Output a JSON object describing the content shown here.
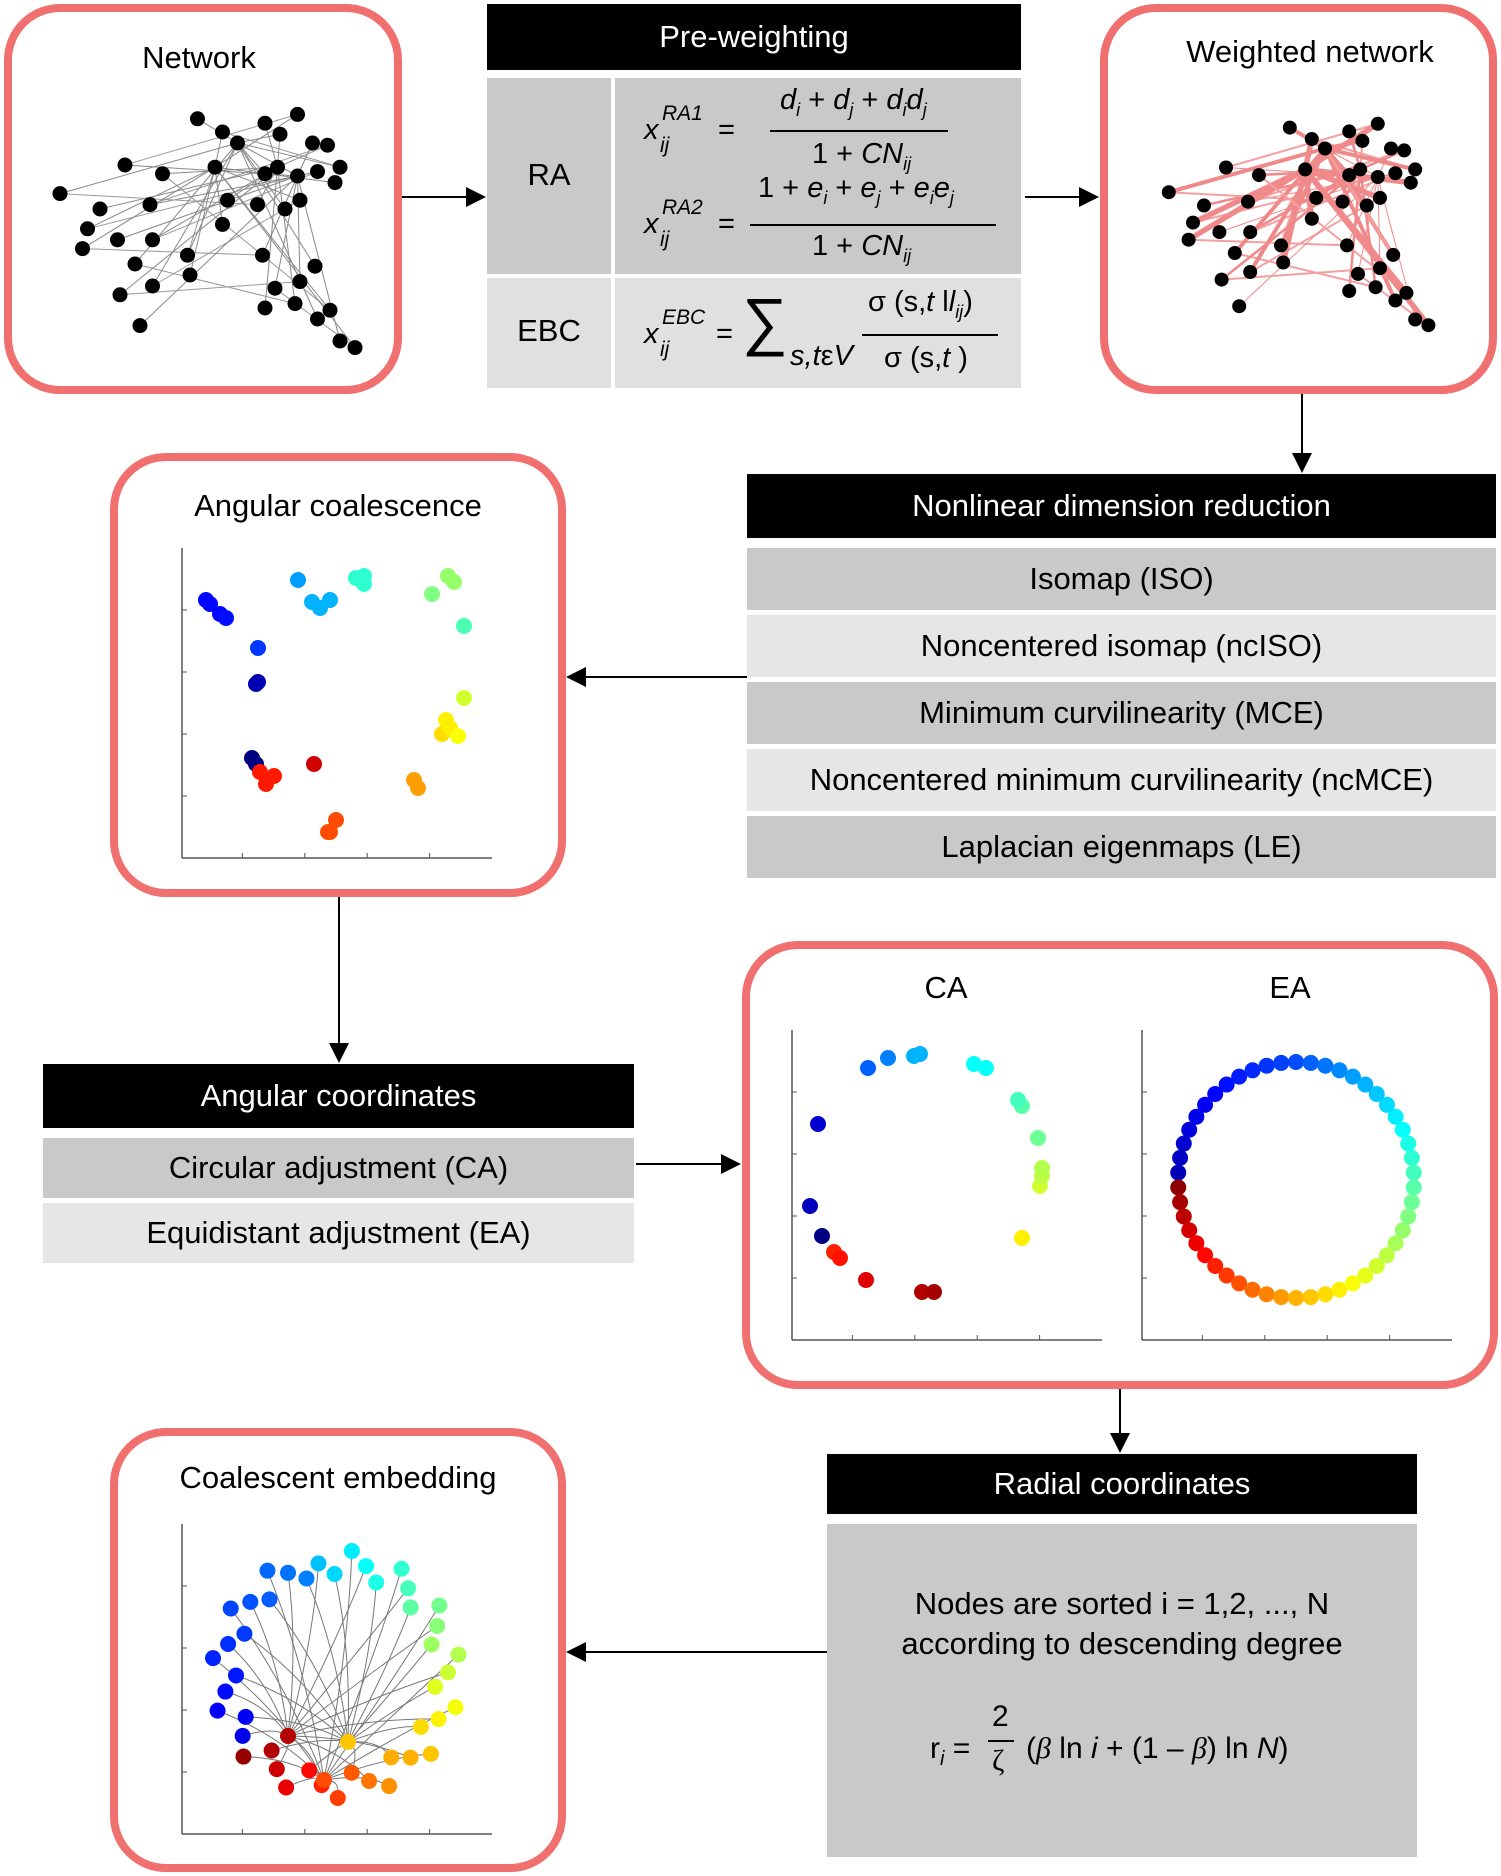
{
  "panels": {
    "network": "Network",
    "weighted": "Weighted network",
    "angular": "Angular coalescence",
    "ca": "CA",
    "ea": "EA",
    "embedding": "Coalescent embedding"
  },
  "preweighting": {
    "title": "Pre-weighting",
    "ra_label": "RA",
    "ebc_label": "EBC"
  },
  "ndr": {
    "title": "Nonlinear dimension reduction",
    "items": [
      "Isomap (ISO)",
      "Noncentered isomap (ncISO)",
      "Minimum curvilinearity (MCE)",
      "Noncentered minimum curvilinearity (ncMCE)",
      "Laplacian eigenmaps (LE)"
    ]
  },
  "angular_coords": {
    "title": "Angular coordinates",
    "items": [
      "Circular adjustment (CA)",
      "Equidistant adjustment (EA)"
    ]
  },
  "radial": {
    "title": "Radial coordinates",
    "line1": "Nodes are sorted i = 1,2, ..., N",
    "line2": "according to descending degree"
  },
  "colors": {
    "panel_border": "#f07070",
    "dark_row": "#c9c9c9",
    "light_row": "#e6e6e6"
  }
}
